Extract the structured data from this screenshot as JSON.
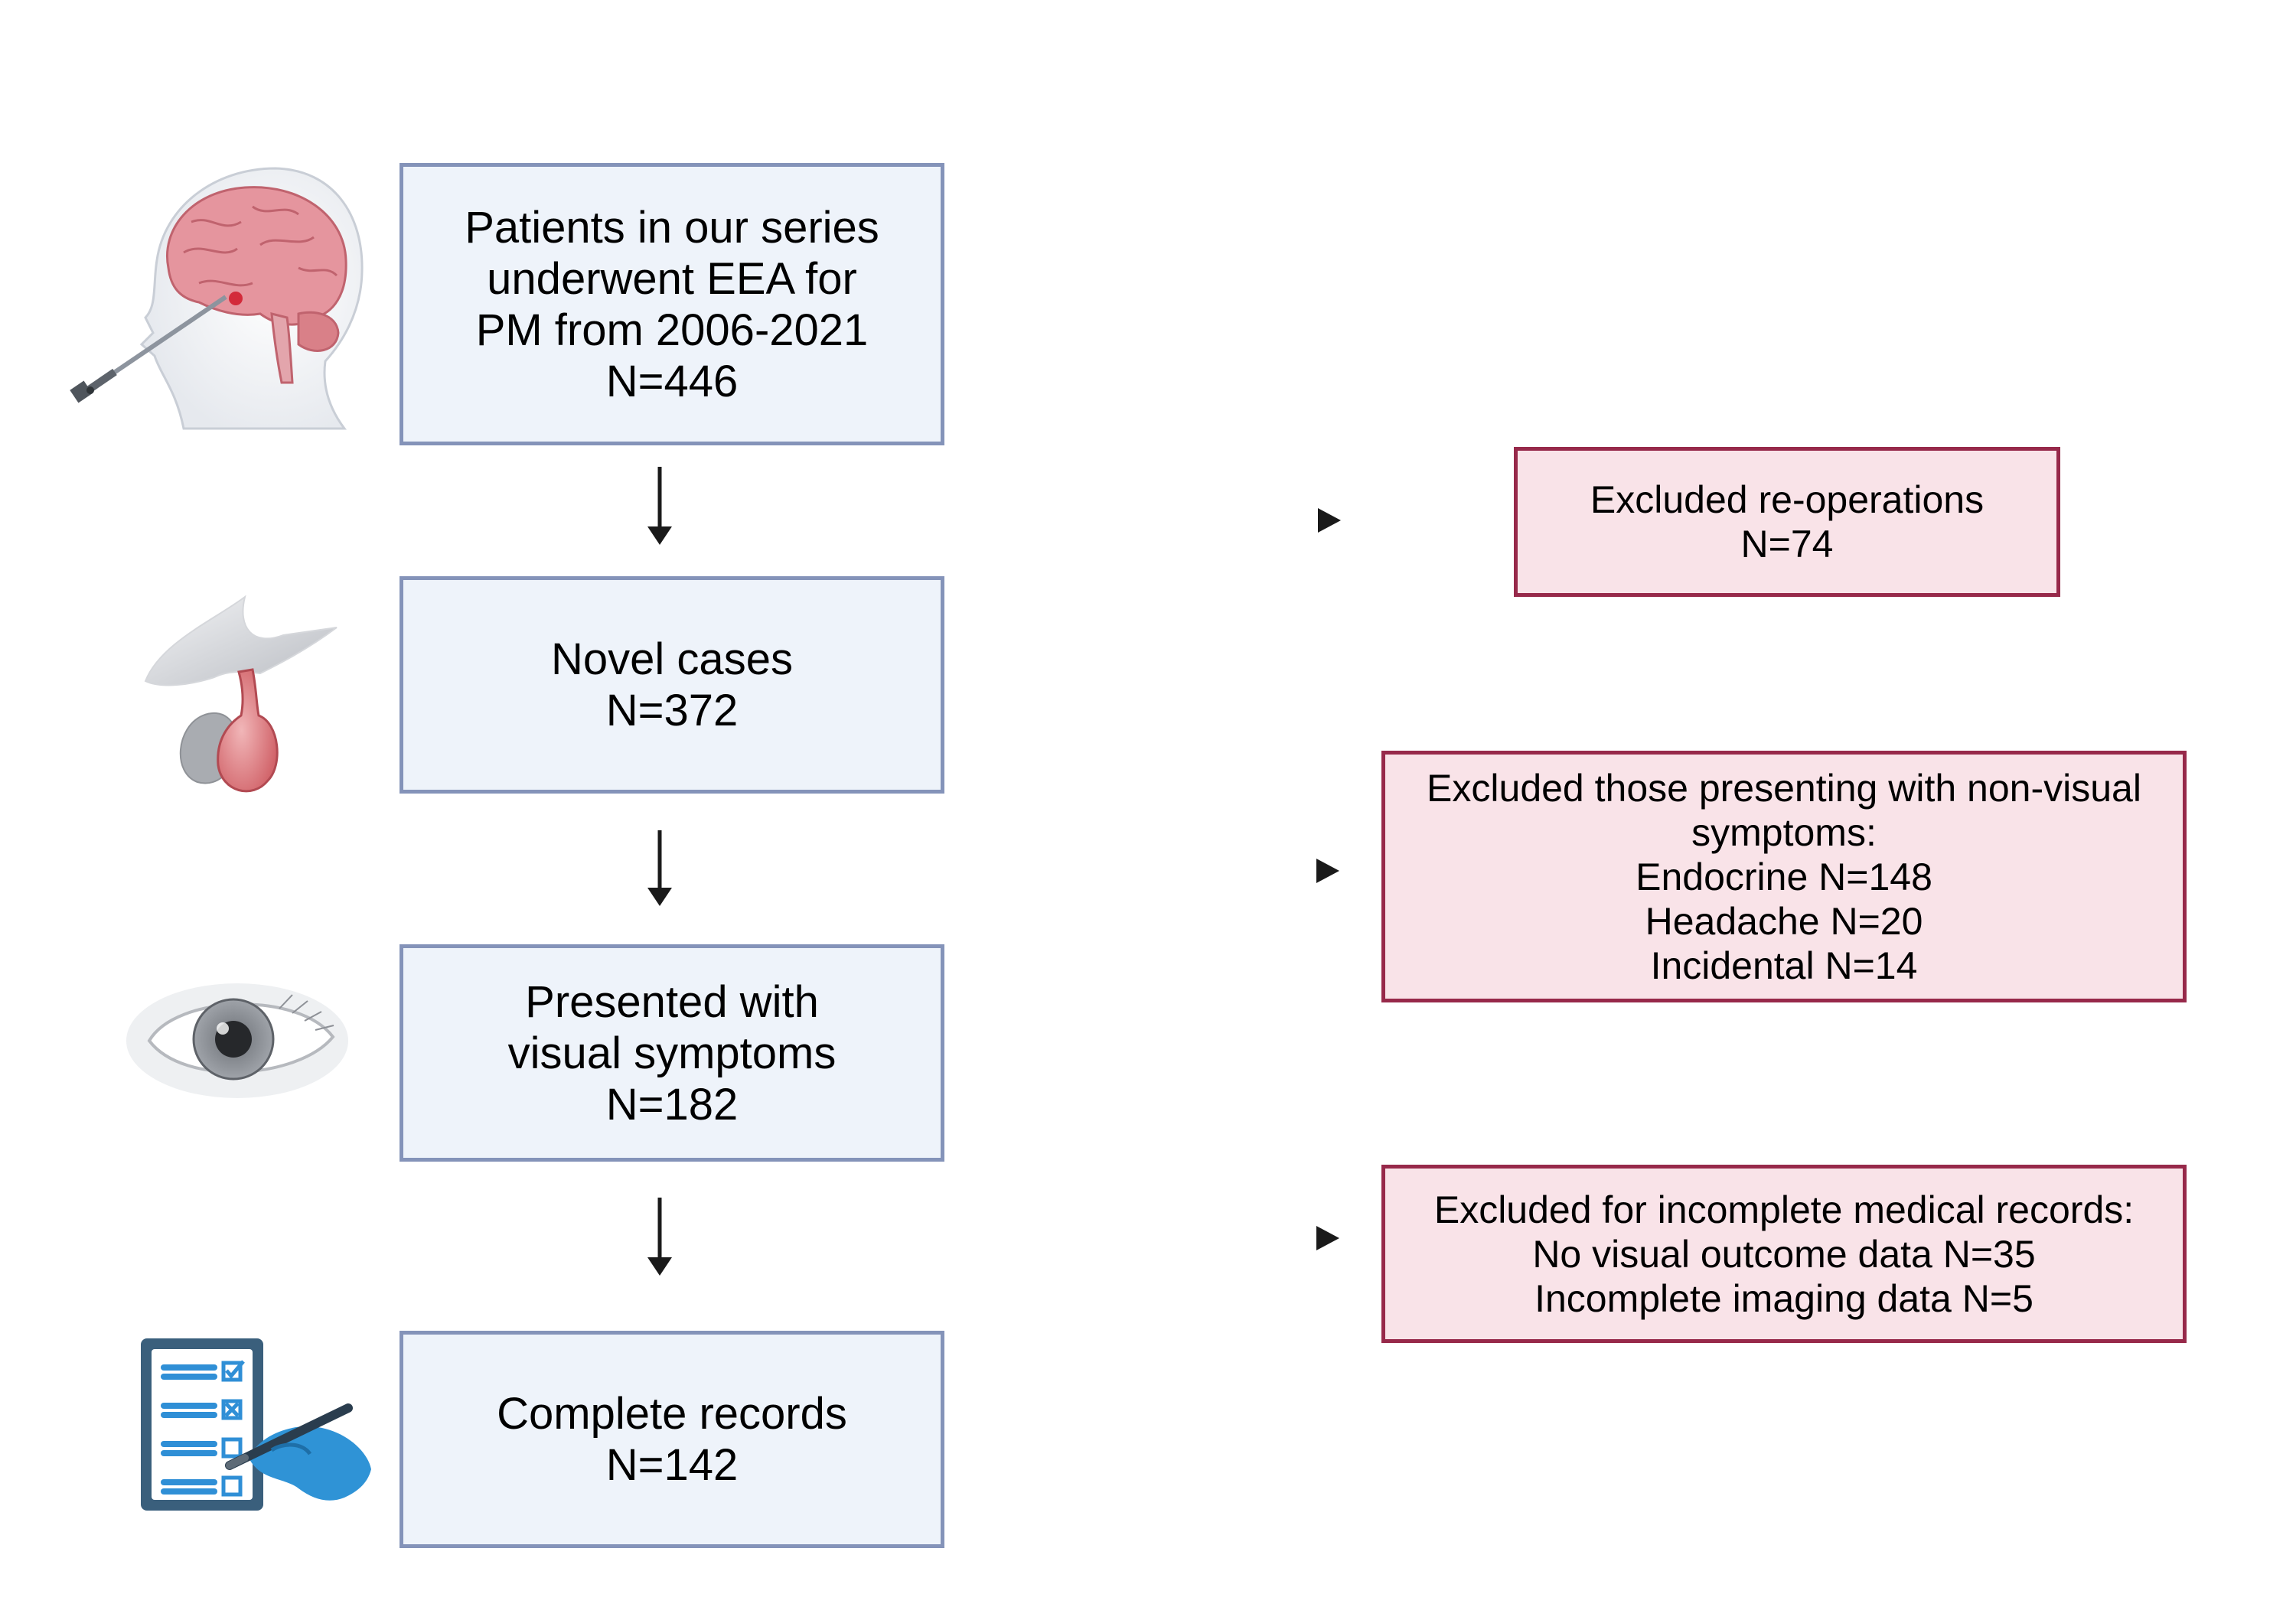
{
  "steps": [
    {
      "lines": [
        "Patients in our series",
        "underwent EEA for",
        "PM from 2006-2021",
        "N=446"
      ]
    },
    {
      "lines": [
        "Novel cases",
        "N=372"
      ]
    },
    {
      "lines": [
        "Presented with",
        "visual symptoms",
        "N=182"
      ]
    },
    {
      "lines": [
        "Complete records",
        "N=142"
      ]
    }
  ],
  "exclusions": [
    {
      "lines": [
        "Excluded re-operations",
        "N=74"
      ]
    },
    {
      "lines": [
        "Excluded those presenting with non-visual",
        "symptoms:",
        "Endocrine N=148",
        "Headache N=20",
        "Incidental N=14"
      ]
    },
    {
      "lines": [
        "Excluded for incomplete medical records:",
        "No visual outcome data N=35",
        "Incomplete imaging data N=5"
      ]
    }
  ],
  "icons": [
    "brain-endoscope-icon",
    "pituitary-gland-icon",
    "eye-icon",
    "checklist-icon"
  ],
  "colors": {
    "step_fill": "#eef3fa",
    "step_border": "#8493b9",
    "exclusion_fill": "#f9e3e8",
    "exclusion_border": "#97294a"
  }
}
